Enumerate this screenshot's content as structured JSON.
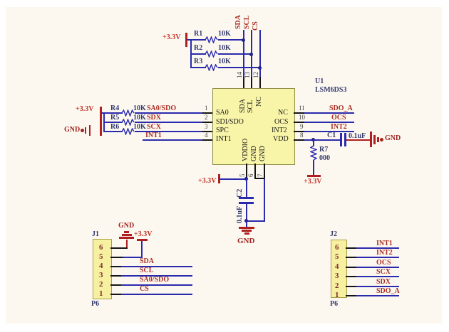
{
  "colors": {
    "background": "#fcf8f0",
    "wire": "#2a2aad",
    "net_label": "#aa2e22",
    "designator": "#343a6e",
    "power": "#c23327",
    "ic_fill": "#f8f5a8",
    "connector_fill": "#f6f0a0"
  },
  "ic": {
    "designator": "U1",
    "value": "LSM6DS3",
    "top_pins": [
      {
        "num": "14",
        "name": "SDA"
      },
      {
        "num": "13",
        "name": "SCL"
      },
      {
        "num": "12",
        "name": "NC"
      }
    ],
    "left_pins": [
      {
        "num": "1",
        "name": "SA0"
      },
      {
        "num": "2",
        "name": "SDI/SDO"
      },
      {
        "num": "3",
        "name": "SPC"
      },
      {
        "num": "4",
        "name": "INT1"
      }
    ],
    "right_pins": [
      {
        "num": "11",
        "name": "NC"
      },
      {
        "num": "10",
        "name": "OCS"
      },
      {
        "num": "9",
        "name": "INT2"
      },
      {
        "num": "8",
        "name": "VDD"
      }
    ],
    "bottom_pins": [
      {
        "num": "5",
        "name": "VDDIO"
      },
      {
        "num": "6",
        "name": "GND"
      },
      {
        "num": "7",
        "name": "GND"
      }
    ]
  },
  "pullups_top": {
    "power_label": "+3.3V",
    "resistors": [
      {
        "designator": "R1",
        "value": "10K",
        "net": "SDA"
      },
      {
        "designator": "R2",
        "value": "10K",
        "net": "SCL"
      },
      {
        "designator": "R3",
        "value": "10K",
        "net": "CS"
      }
    ]
  },
  "left_section": {
    "power_label": "+3.3V",
    "gnd_label": "GND",
    "resistors": [
      {
        "designator": "R4",
        "value": "10K",
        "net": "SA0/SDO"
      },
      {
        "designator": "R5",
        "value": "10K",
        "net": "SDX"
      },
      {
        "designator": "R6",
        "value": "10K",
        "net": "SCX"
      }
    ],
    "int1_net": "INT1"
  },
  "right_section": {
    "nets": [
      "SDO_A",
      "OCS",
      "INT2"
    ],
    "c1": {
      "designator": "C1",
      "value": "0.1uF"
    },
    "gnd_label": "GND",
    "r7": {
      "designator": "R7",
      "value": "000"
    },
    "power_label": "+3.3V"
  },
  "bottom_section": {
    "power_label": "+3.3V",
    "c2": {
      "designator": "C2",
      "value": "0.1uF"
    },
    "gnd_label": "GND"
  },
  "j1": {
    "designator": "J1",
    "part": "P6",
    "pins": [
      {
        "num": "6",
        "net": "GND"
      },
      {
        "num": "5",
        "net": "+3.3V"
      },
      {
        "num": "4",
        "net": "SDA"
      },
      {
        "num": "3",
        "net": "SCL"
      },
      {
        "num": "2",
        "net": "SA0/SDO"
      },
      {
        "num": "1",
        "net": "CS"
      }
    ]
  },
  "j2": {
    "designator": "J2",
    "part": "P6",
    "pins": [
      {
        "num": "6",
        "net": "INT1"
      },
      {
        "num": "5",
        "net": "INT2"
      },
      {
        "num": "4",
        "net": "OCS"
      },
      {
        "num": "3",
        "net": "SCX"
      },
      {
        "num": "2",
        "net": "SDX"
      },
      {
        "num": "1",
        "net": "SDO_A"
      }
    ]
  }
}
